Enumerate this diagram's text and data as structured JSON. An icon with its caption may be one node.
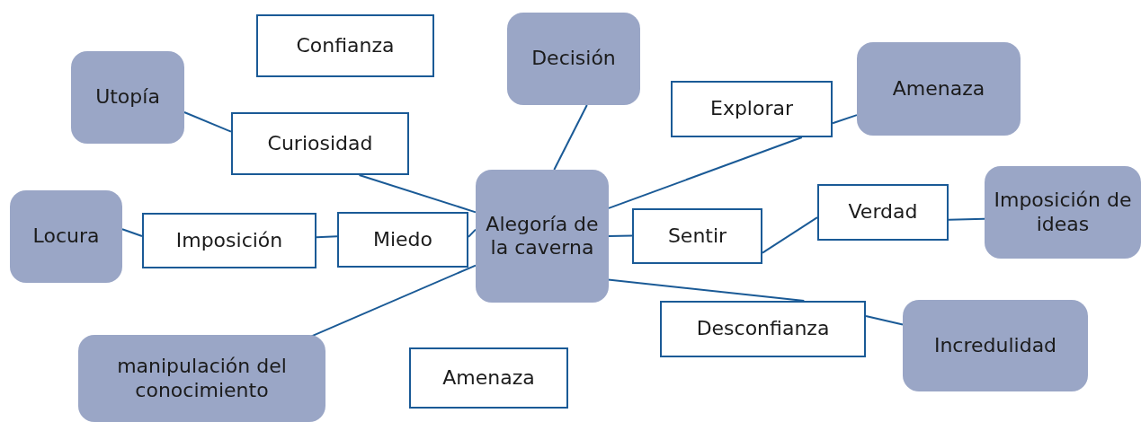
{
  "diagram": {
    "nodes": [
      {
        "text": [
          "Confianza"
        ]
      },
      {
        "text": [
          "Utopía"
        ]
      },
      {
        "text": [
          "Curiosidad"
        ]
      },
      {
        "text": [
          "Decisión"
        ]
      },
      {
        "text": [
          "Explorar"
        ]
      },
      {
        "text": [
          "Amenaza"
        ]
      },
      {
        "text": [
          "Locura"
        ]
      },
      {
        "text": [
          "Imposición"
        ]
      },
      {
        "text": [
          "Miedo"
        ]
      },
      {
        "text": [
          "Alegoría de la caverna"
        ]
      },
      {
        "text": [
          "Sentir"
        ]
      },
      {
        "text": [
          "Verdad"
        ]
      },
      {
        "text": [
          "Imposición de ideas"
        ]
      },
      {
        "text": [
          "Desconfianza"
        ]
      },
      {
        "text": [
          "Incredulidad"
        ]
      },
      {
        "text": [
          "manipulación del conocimiento"
        ]
      },
      {
        "text": [
          "Amenaza"
        ]
      }
    ],
    "edges": [
      {
        "from": 1,
        "to": 2,
        "arrow": "none"
      },
      {
        "from": 2,
        "to": 9,
        "arrow": "none"
      },
      {
        "from": 3,
        "to": 9,
        "arrow": "none"
      },
      {
        "from": 9,
        "to": 4,
        "arrow": "none"
      },
      {
        "from": 4,
        "to": 5,
        "arrow": "none"
      },
      {
        "from": 6,
        "to": 7,
        "arrow": "none"
      },
      {
        "from": 7,
        "to": 8,
        "arrow": "none"
      },
      {
        "from": 8,
        "to": 9,
        "arrow": "none"
      },
      {
        "from": 9,
        "to": 10,
        "arrow": "none"
      },
      {
        "from": 10,
        "to": 11,
        "arrow": "none"
      },
      {
        "from": 11,
        "to": 12,
        "arrow": "none"
      },
      {
        "from": 9,
        "to": 13,
        "arrow": "none"
      },
      {
        "from": 13,
        "to": 14,
        "arrow": "none"
      },
      {
        "from": 9,
        "to": 15,
        "arrow": "none"
      }
    ]
  }
}
